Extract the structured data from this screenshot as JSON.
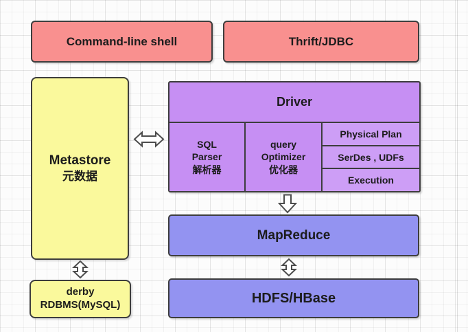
{
  "diagram": {
    "title_note": "Hive architecture diagram on grid canvas",
    "colors": {
      "pink": "#F9908F",
      "yellow": "#FAF99C",
      "purple": "#C68FF3",
      "purple_light": "#CD9EF6",
      "blue": "#9393F1",
      "border": "#3D3D3D",
      "arrow_fill": "#FFFFFF",
      "arrow_stroke": "#4C4C4C",
      "grid_line": "#ECECEC",
      "background": "#FCFCFC",
      "text": "#1C1C1C"
    },
    "nodes": {
      "cmd_shell": {
        "label": "Command-line shell"
      },
      "thrift": {
        "label": "Thrift/JDBC"
      },
      "metastore": {
        "line1": "Metastore",
        "line2": "元数据"
      },
      "driver": {
        "title": "Driver",
        "sql_parser": {
          "line1": "SQL",
          "line2": "Parser",
          "line3": "解析器"
        },
        "query_optimizer": {
          "line1": "query",
          "line2": "Optimizer",
          "line3": "优化器"
        },
        "physical_plan": "Physical Plan",
        "serdes": "SerDes , UDFs",
        "execution": "Execution"
      },
      "mapreduce": {
        "label": "MapReduce"
      },
      "hdfs": {
        "label": "HDFS/HBase"
      },
      "derby": {
        "line1": "derby",
        "line2": "RDBMS(MySQL)"
      }
    },
    "connectors": {
      "metastore_driver": "double-horizontal-arrow",
      "driver_mapreduce": "down-arrow",
      "mapreduce_hdfs": "double-vertical-arrow",
      "metastore_derby": "double-vertical-arrow"
    }
  }
}
